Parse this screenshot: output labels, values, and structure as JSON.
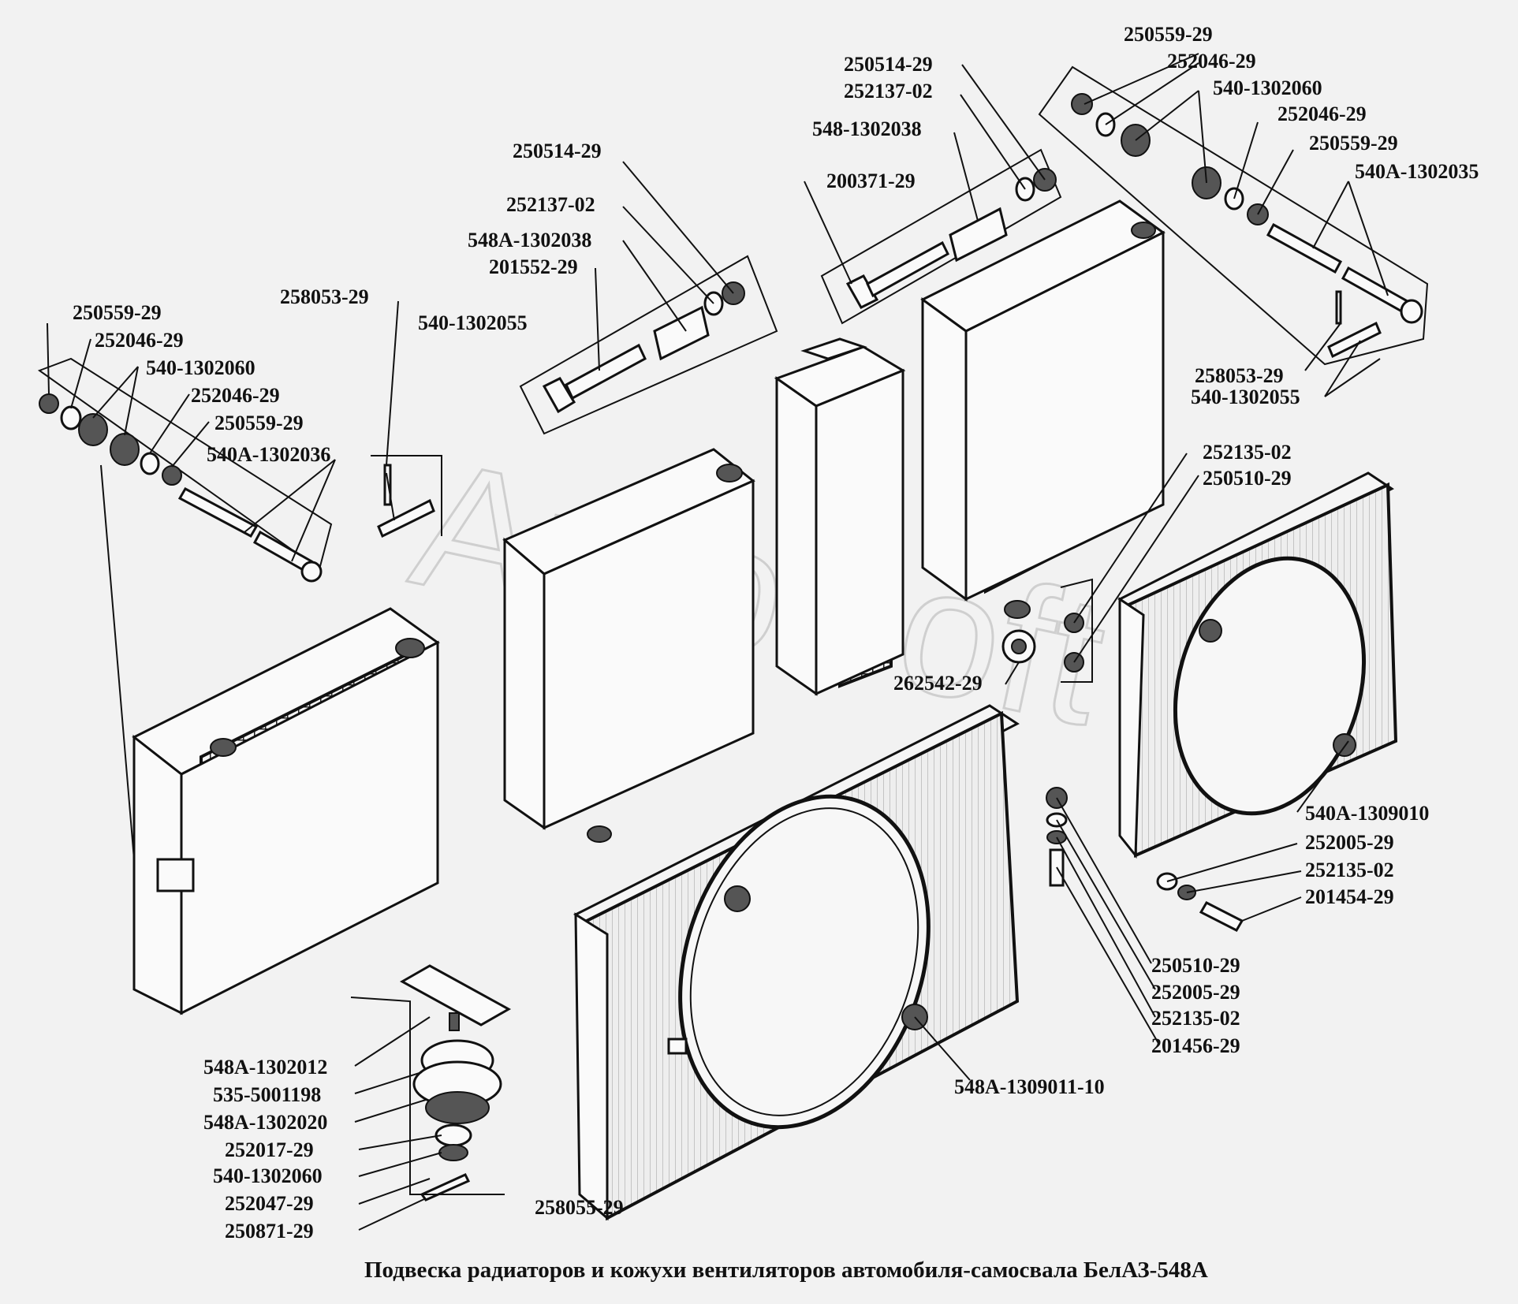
{
  "caption": "Подвеска радиаторов и кожухи вентиляторов автомобиля-самосвала БелАЗ-548А",
  "watermark": "AutoSoft",
  "labels": {
    "l01": "250559-29",
    "l02": "252046-29",
    "l03": "540-1302060",
    "l04": "252046-29",
    "l05": "250559-29",
    "l06": "540A-1302036",
    "l07": "258053-29",
    "l08": "540-1302055",
    "l09": "250514-29",
    "l10": "252137-02",
    "l11": "548A-1302038",
    "l12": "201552-29",
    "l13": "250514-29",
    "l14": "252137-02",
    "l15": "548-1302038",
    "l16": "200371-29",
    "l17": "250559-29",
    "l18": "252046-29",
    "l19": "540-1302060",
    "l20": "252046-29",
    "l21": "250559-29",
    "l22": "540A-1302035",
    "l23": "258053-29",
    "l24": "540-1302055",
    "l25": "252135-02",
    "l26": "250510-29",
    "l27": "262542-29",
    "l28": "540A-1309010",
    "l29": "252005-29",
    "l30": "252135-02",
    "l31": "201454-29",
    "l32": "250510-29",
    "l33": "252005-29",
    "l34": "252135-02",
    "l35": "201456-29",
    "l36": "548A-1309011-10",
    "l37": "548A-1302012",
    "l38": "535-5001198",
    "l39": "548A-1302020",
    "l40": "252017-29",
    "l41": "540-1302060",
    "l42": "252047-29",
    "l43": "250871-29",
    "l44": "258055-29"
  }
}
